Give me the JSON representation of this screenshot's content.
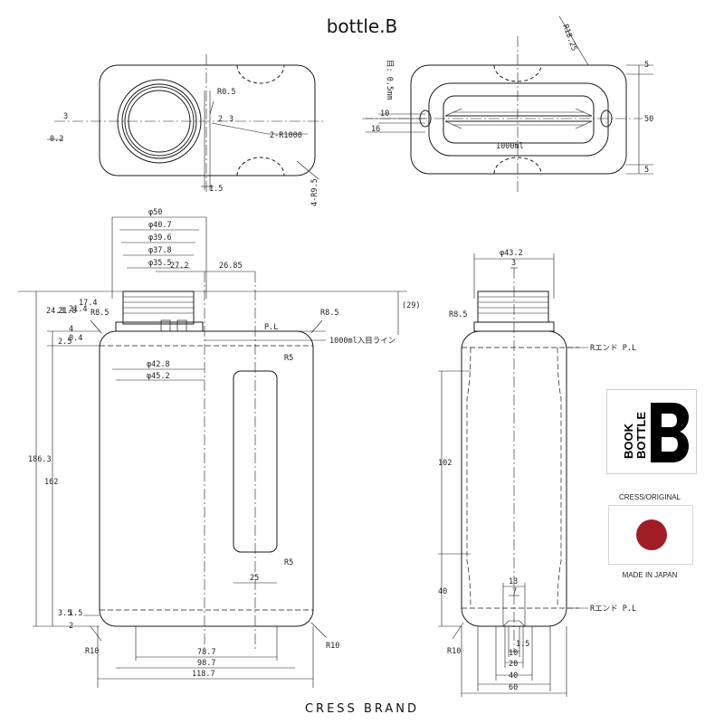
{
  "title": "bottle.B",
  "brand": "CRESS BRAND",
  "logo": {
    "line1": "BOOK",
    "line2": "BOTTLE"
  },
  "origin": {
    "top": "CRESS/ORIGINAL",
    "bottom": "MADE IN JAPAN"
  },
  "colors": {
    "line": "#1a1a1a",
    "dim": "#333333",
    "flag_red": "#a01d26"
  },
  "icons": {
    "logo": "book-bottle-b-logo",
    "flag": "japan-flag-icon"
  },
  "top_view_left": [
    "R0.5",
    "2",
    "3",
    "3",
    "0.2",
    "2-R1000",
    "1.5",
    "4-R9.5"
  ],
  "top_view_right": [
    "R18.25",
    "目: 0.5mm",
    "10",
    "16",
    "1000ml",
    "5",
    "50",
    "5"
  ],
  "front_view": [
    "φ50",
    "φ40.7",
    "φ39.6",
    "φ37.8",
    "φ35.5",
    "27.2",
    "26.85",
    "(29)",
    "R8.5",
    "R8.5",
    "P.L",
    "1000ml入目ライン",
    "φ42.8",
    "φ45.2",
    "R5",
    "R5",
    "25",
    "186.3",
    "162",
    "24.3",
    "21.8",
    "21.4",
    "17.4",
    "4",
    "2.5",
    "0.4",
    "3.5",
    "1.5",
    "2",
    "R10",
    "R10",
    "78.7",
    "98.7",
    "118.7"
  ],
  "side_view": [
    "φ43.2",
    "3",
    "R8.5",
    "Rエンド P.L",
    "102",
    "40",
    "13",
    "7",
    "Rエンド P.L",
    "1.5",
    "10",
    "20",
    "40",
    "60",
    "R10"
  ]
}
